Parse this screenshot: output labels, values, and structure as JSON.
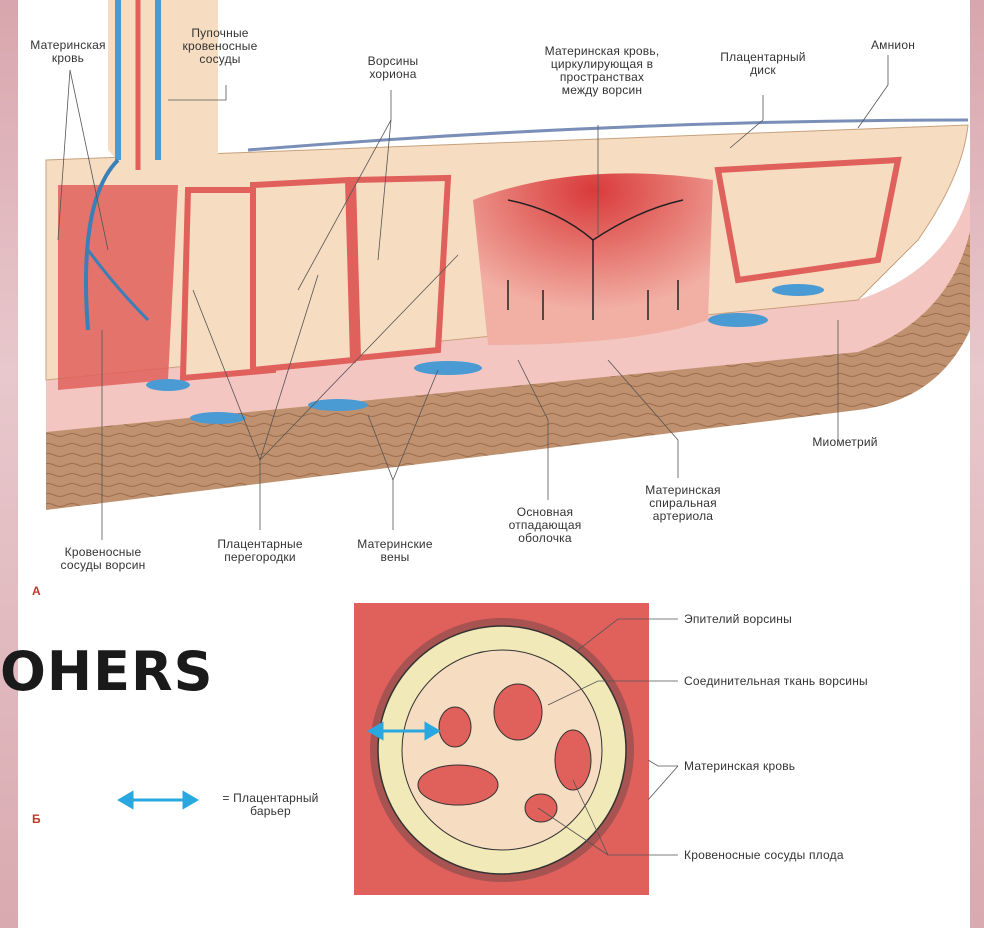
{
  "panel_a": {
    "tag": "А",
    "labels": {
      "maternal_blood": "Материнская\nкровь",
      "umbilical_vessels": "Пупочные\nкровеносные\nсосуды",
      "chorionic_villi": "Ворсины\nхориона",
      "intervillous_blood": "Материнская кровь,\nциркулирующая в\nпространствах\nмежду ворсин",
      "placental_disc": "Плацентарный\nдиск",
      "amnion": "Амнион",
      "myometrium": "Миометрий",
      "spiral_arteriole": "Материнская\nспиральная\nартериола",
      "decidua_basalis": "Основная\nотпадающая\nоболочка",
      "maternal_veins": "Материнские\nвены",
      "placental_septa": "Плацентарные\nперегородки",
      "villus_vessels": "Кровеносные\nсосуды ворсин"
    }
  },
  "panel_b": {
    "tag": "Б",
    "labels": {
      "villus_epithelium": "Эпителий ворсины",
      "connective_tissue": "Соединительная ткань ворсины",
      "maternal_blood": "Материнская кровь",
      "fetal_vessels": "Кровеносные сосуды плода"
    },
    "legend": "= Плацентарный\nбарьер"
  },
  "overlay_text": "OHERS",
  "colors": {
    "maternal_blood": "#e0605c",
    "villus_tissue": "#f6dcc0",
    "vein_blue": "#4a9ad4",
    "myometrium": "#b88a6a",
    "barrier_arrow": "#29a8e0"
  }
}
